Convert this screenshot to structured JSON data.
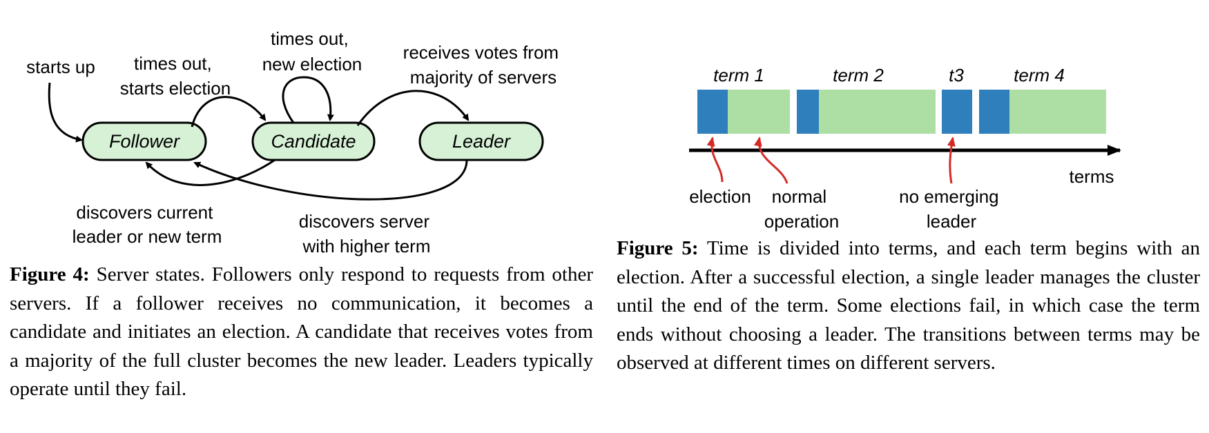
{
  "figure4": {
    "states": {
      "follower": "Follower",
      "candidate": "Candidate",
      "leader": "Leader"
    },
    "transitions": {
      "starts_up": "starts up",
      "times_out_starts_election": [
        "times out,",
        "starts election"
      ],
      "times_out_new_election": [
        "times out,",
        "new election"
      ],
      "receives_votes": [
        "receives votes from",
        "majority of servers"
      ],
      "discovers_current_leader": [
        "discovers current",
        "leader or new term"
      ],
      "discovers_server_higher_term": [
        "discovers server",
        "with higher term"
      ]
    },
    "caption": {
      "label": "Figure 4:",
      "text": " Server states. Followers only respond to requests from other servers. If a follower receives no communication, it becomes a candidate and initiates an election. A candidate that receives votes from a majority of the full cluster becomes the new leader. Leaders typically operate until they fail."
    }
  },
  "figure5": {
    "terms": [
      "term 1",
      "term 2",
      "t3",
      "term 4"
    ],
    "axis_label": "terms",
    "annotations": {
      "election": "election",
      "normal_operation": [
        "normal",
        "operation"
      ],
      "no_emerging_leader": [
        "no emerging",
        "leader"
      ]
    },
    "colors": {
      "election": "#2e7fbc",
      "normal_operation": "#addfa5",
      "state_fill": "#d6f1d5",
      "annotation_arrow": "#d42a27"
    },
    "caption": {
      "label": "Figure 5:",
      "text": " Time is divided into terms, and each term begins with an election. After a successful election, a single leader manages the cluster until the end of the term. Some elections fail, in which case the term ends without choosing a leader. The transitions between terms may be observed at different times on different servers."
    }
  }
}
